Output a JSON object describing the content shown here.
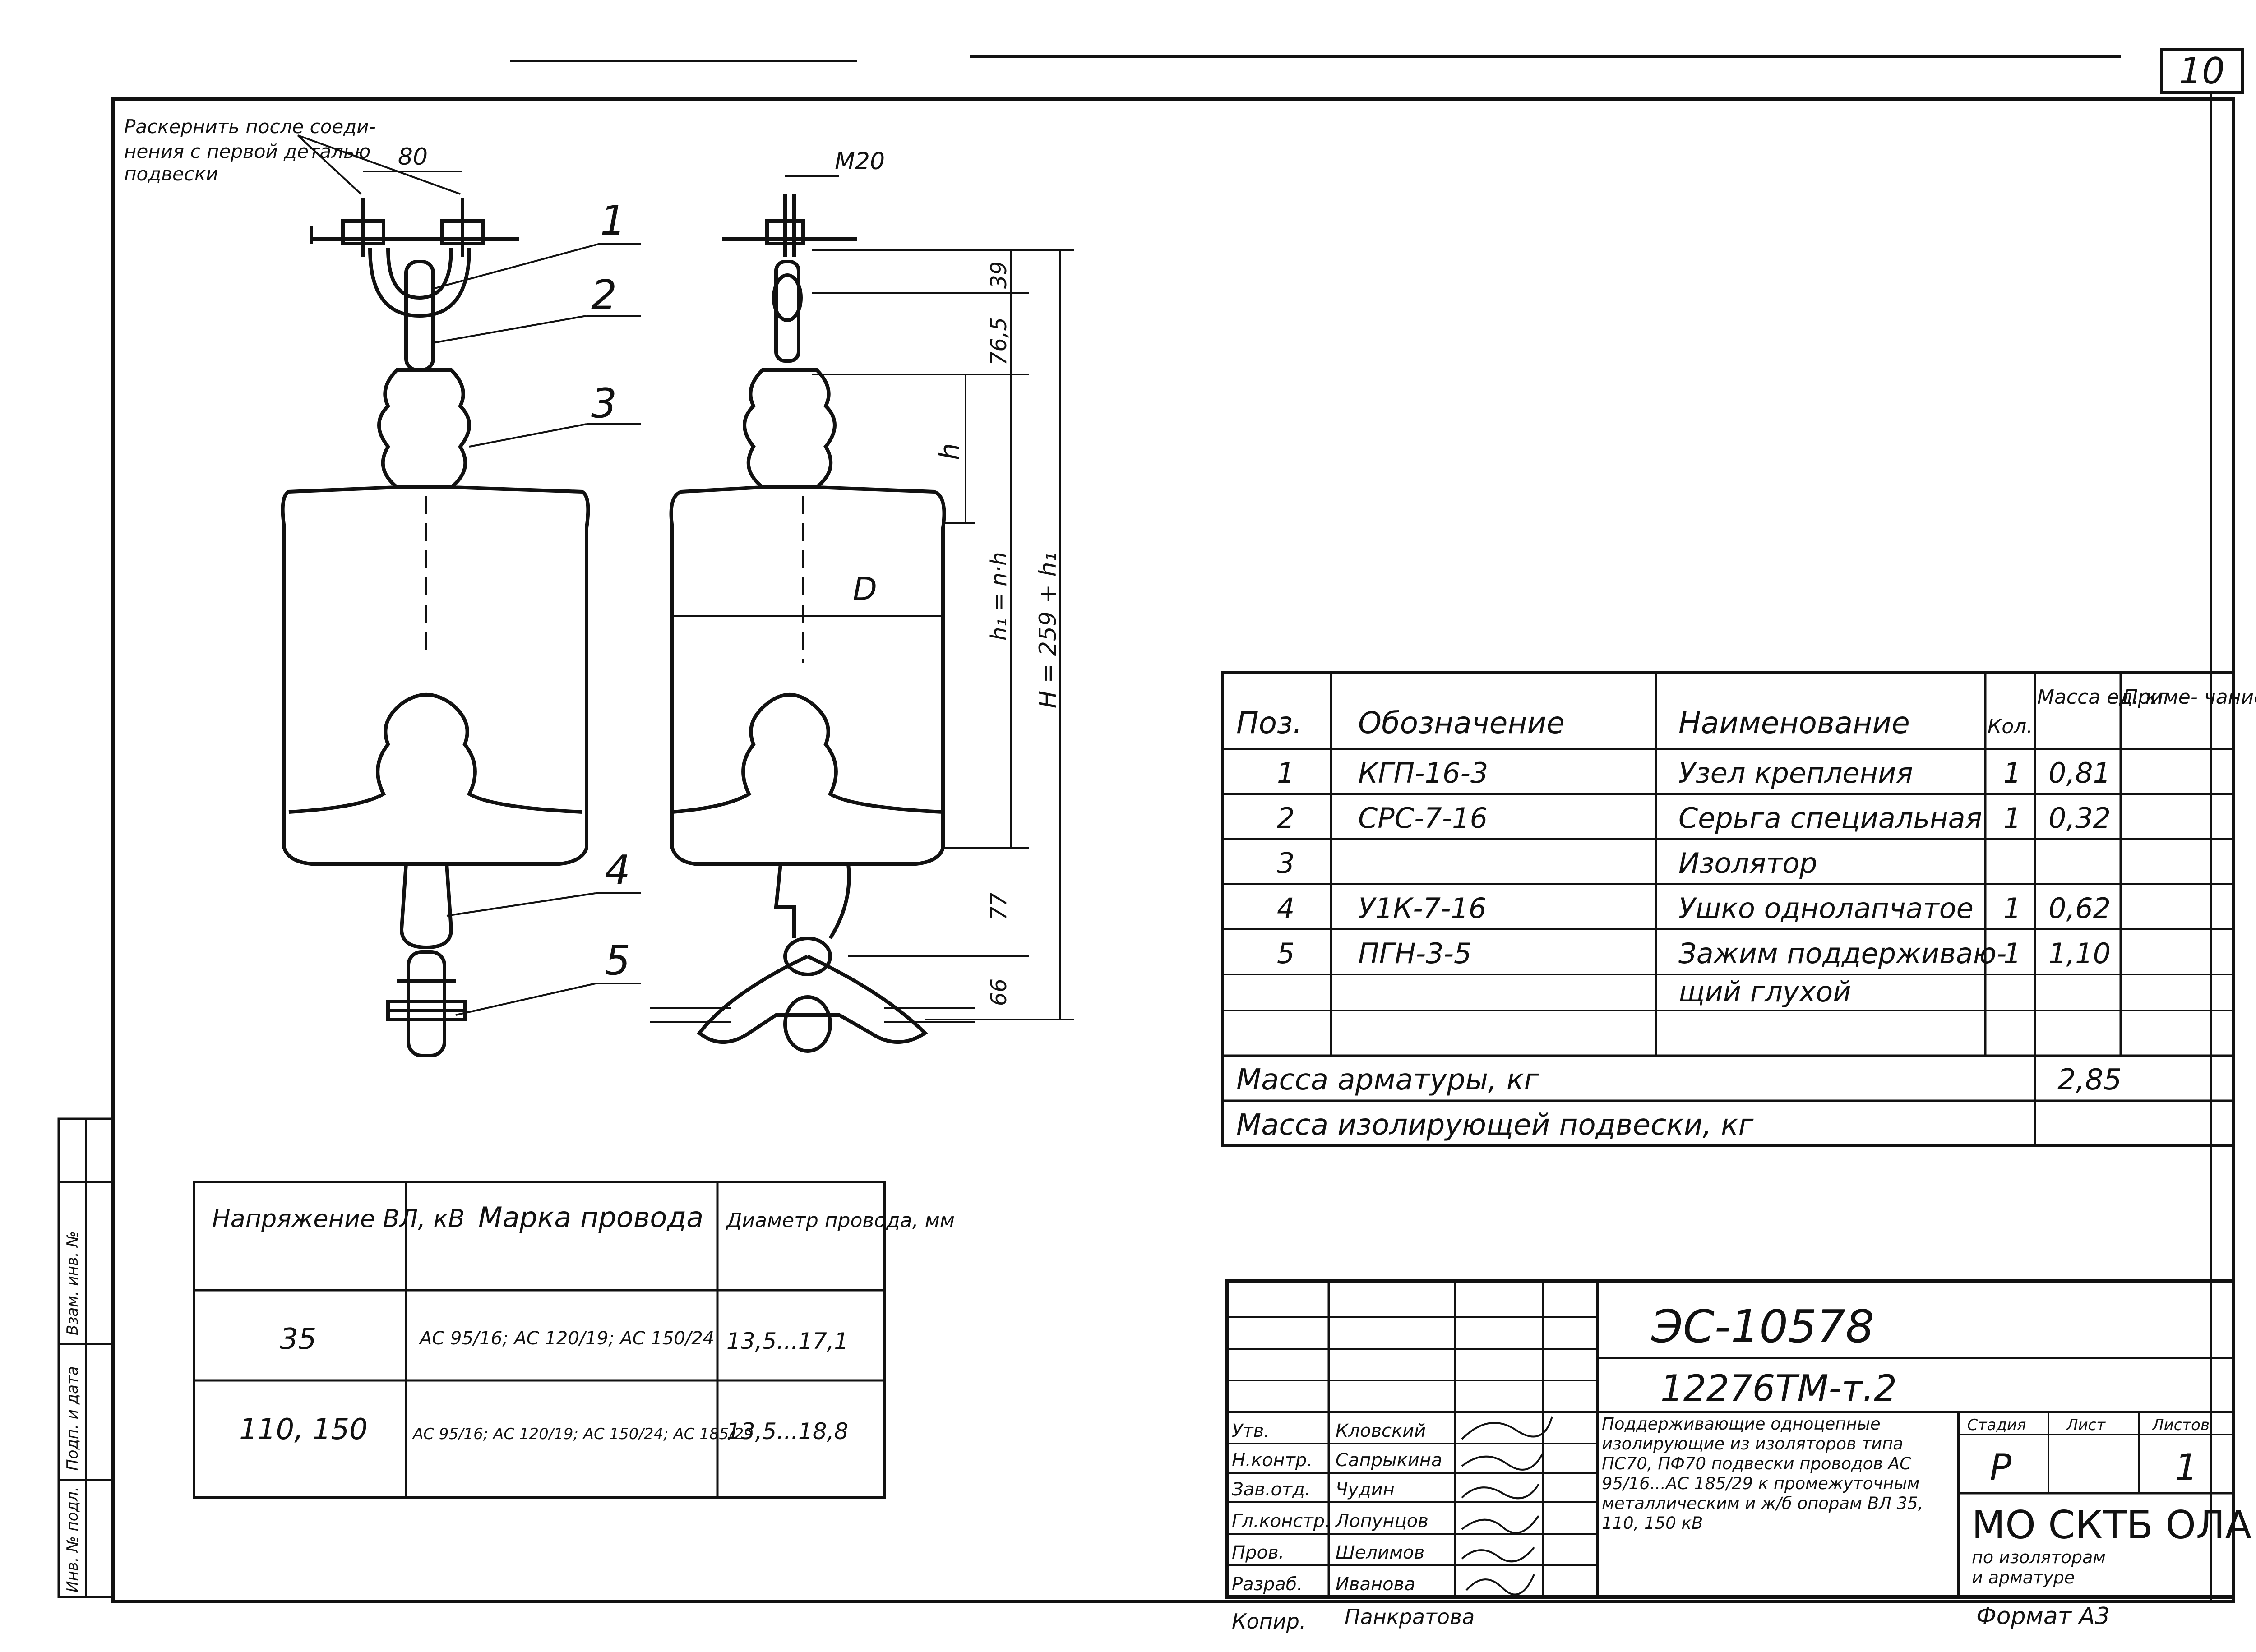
{
  "sheet": {
    "page_number": "10",
    "format": "Формат А3",
    "copied_label": "Копир.",
    "copied_name": "Панкратова"
  },
  "drawing_notes": {
    "note_line1": "Раскернить после соеди-",
    "note_line2": "нения с первой деталью",
    "note_line3": "подвески",
    "dim_80": "80",
    "dim_m20": "М20",
    "dim_39": "39",
    "dim_76_5": "76,5",
    "dim_h": "h",
    "dim_h1": "h₁ = n·h",
    "dim_H": "H = 259 + h₁",
    "dim_D": "D",
    "dim_77": "77",
    "dim_66": "66",
    "callouts": [
      "1",
      "2",
      "3",
      "4",
      "5"
    ]
  },
  "parts_table": {
    "headers": [
      "Поз.",
      "Обозначение",
      "Наименование",
      "Кол.",
      "Масса ед. кг",
      "Приме- чание"
    ],
    "rows": [
      {
        "pos": "1",
        "designation": "КГП-16-3",
        "name": "Узел крепления",
        "qty": "1",
        "mass": "0,81",
        "note": ""
      },
      {
        "pos": "2",
        "designation": "СРС-7-16",
        "name": "Серьга специальная",
        "qty": "1",
        "mass": "0,32",
        "note": ""
      },
      {
        "pos": "3",
        "designation": "",
        "name": "Изолятор",
        "qty": "",
        "mass": "",
        "note": ""
      },
      {
        "pos": "4",
        "designation": "У1К-7-16",
        "name": "Ушко однолапчатое",
        "qty": "1",
        "mass": "0,62",
        "note": ""
      },
      {
        "pos": "5",
        "designation": "ПГН-3-5",
        "name": "Зажим поддерживаю-",
        "qty": "1",
        "mass": "1,10",
        "note": ""
      },
      {
        "pos": "",
        "designation": "",
        "name": "щий глухой",
        "qty": "",
        "mass": "",
        "note": ""
      }
    ],
    "mass_fittings_label": "Масса арматуры, кг",
    "mass_fittings_value": "2,85",
    "mass_suspension_label": "Масса изолирующей подвески, кг",
    "mass_suspension_value": ""
  },
  "voltage_table": {
    "headers": [
      "Напряжение ВЛ, кВ",
      "Марка провода",
      "Диаметр провода, мм"
    ],
    "rows": [
      {
        "voltage": "35",
        "wire": "АС 95/16; АС 120/19; АС 150/24",
        "diameter": "13,5...17,1"
      },
      {
        "voltage": "110, 150",
        "wire": "АС 95/16; АС 120/19; АС 150/24; АС 185/29",
        "diameter": "13,5...18,8"
      }
    ]
  },
  "title_block": {
    "doc_code": "ЭС-10578",
    "doc_number": "12276ТМ-т.2",
    "description": "Поддерживающие одноцепные изолирующие из изоляторов типа ПС70, ПФ70 подвески проводов АС 95/16...АС 185/29 к промежуточным металлическим и ж/б опорам ВЛ 35, 110, 150 кВ",
    "stage_label": "Стадия",
    "sheet_label": "Лист",
    "sheets_label": "Листов",
    "stage": "Р",
    "sheet": "",
    "sheets": "1",
    "org_line1": "МО СКТБ ОЛА",
    "org_line2": "по изоляторам",
    "org_line3": "и арматуре",
    "signatures": [
      {
        "role": "Утв.",
        "name": "Кловский"
      },
      {
        "role": "Н.контр.",
        "name": "Сапрыкина"
      },
      {
        "role": "Зав.отд.",
        "name": "Чудин"
      },
      {
        "role": "Гл.констр.",
        "name": "Лопунцов"
      },
      {
        "role": "Пров.",
        "name": "Шелимов"
      },
      {
        "role": "Разраб.",
        "name": "Иванова"
      }
    ]
  },
  "left_strip": {
    "labels": [
      "Инв. № подл.",
      "Подп. и дата",
      "Взам. инв. №"
    ]
  }
}
